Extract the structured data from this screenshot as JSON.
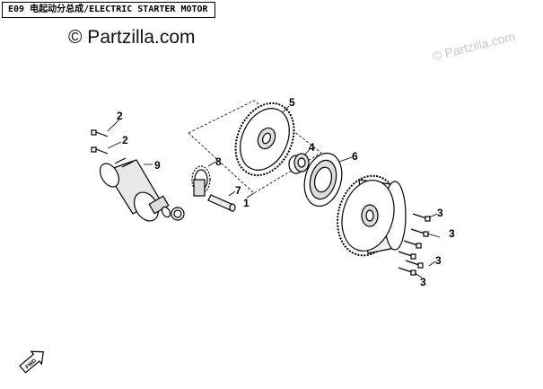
{
  "header": {
    "title": "E09  电起动分总成/ELECTRIC STARTER MOTOR"
  },
  "watermarks": {
    "main": "© Partzilla.com",
    "faint": "© Partzilla.com"
  },
  "callouts": {
    "c1": "1",
    "c2a": "2",
    "c2b": "2",
    "c3a": "3",
    "c3b": "3",
    "c3c": "3",
    "c3d": "3",
    "c4": "4",
    "c5": "5",
    "c6": "6",
    "c7": "7",
    "c8": "8",
    "c9": "9"
  },
  "fwd_label": "FWD"
}
